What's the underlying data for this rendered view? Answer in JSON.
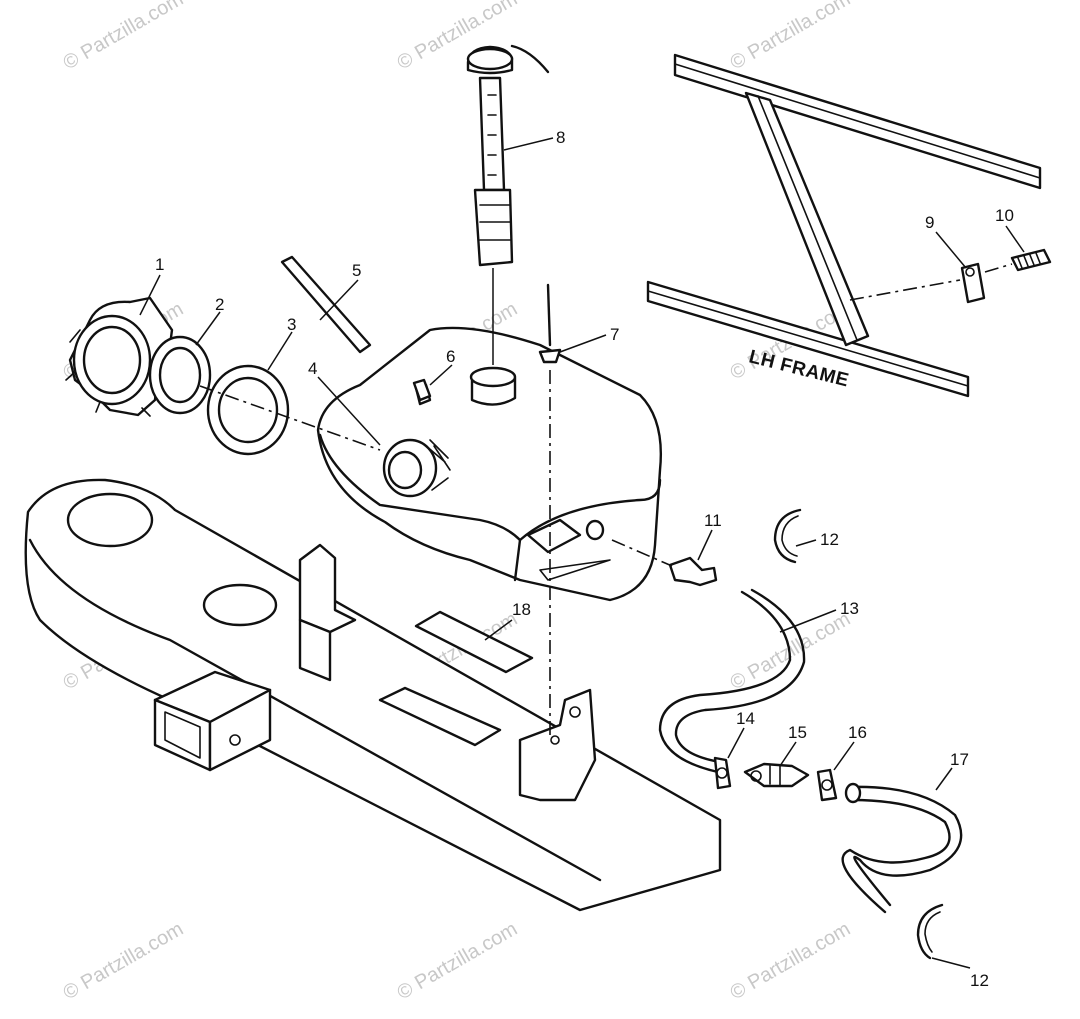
{
  "watermark": "© Partzilla.com",
  "frame_label": "LH FRAME",
  "callouts": {
    "c1": "1",
    "c2": "2",
    "c3": "3",
    "c4": "4",
    "c5": "5",
    "c6": "6",
    "c7": "7",
    "c8": "8",
    "c9": "9",
    "c10": "10",
    "c11": "11",
    "c12a": "12",
    "c12b": "12",
    "c13": "13",
    "c14": "14",
    "c15": "15",
    "c16": "16",
    "c17": "17",
    "c18": "18"
  }
}
